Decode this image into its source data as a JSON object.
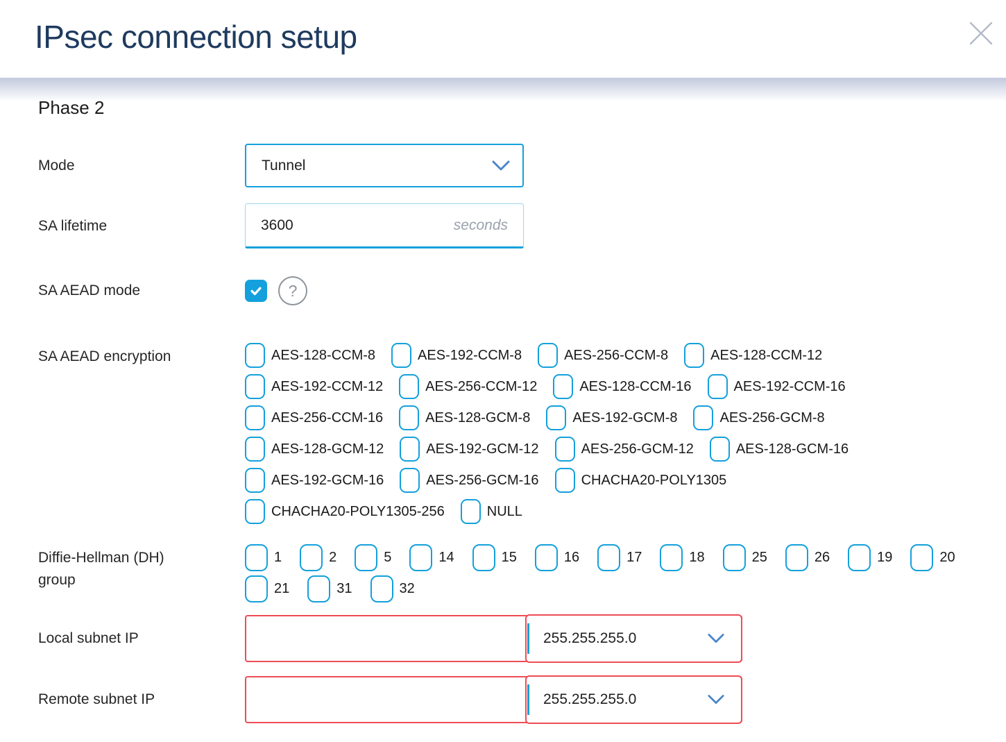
{
  "header": {
    "title": "IPsec connection setup"
  },
  "section": {
    "title": "Phase 2"
  },
  "fields": {
    "mode": {
      "label": "Mode",
      "value": "Tunnel"
    },
    "sa_lifetime": {
      "label": "SA lifetime",
      "value": "3600",
      "suffix": "seconds"
    },
    "sa_aead_mode": {
      "label": "SA AEAD mode",
      "checked": true,
      "help_glyph": "?"
    },
    "sa_aead_encryption": {
      "label": "SA AEAD encryption",
      "rows": [
        [
          "AES-128-CCM-8",
          "AES-192-CCM-8",
          "AES-256-CCM-8",
          "AES-128-CCM-12"
        ],
        [
          "AES-192-CCM-12",
          "AES-256-CCM-12",
          "AES-128-CCM-16",
          "AES-192-CCM-16"
        ],
        [
          "AES-256-CCM-16",
          "AES-128-GCM-8",
          "AES-192-GCM-8",
          "AES-256-GCM-8"
        ],
        [
          "AES-128-GCM-12",
          "AES-192-GCM-12",
          "AES-256-GCM-12",
          "AES-128-GCM-16"
        ],
        [
          "AES-192-GCM-16",
          "AES-256-GCM-16",
          "CHACHA20-POLY1305"
        ],
        [
          "CHACHA20-POLY1305-256",
          "NULL"
        ]
      ]
    },
    "dh_group": {
      "label_line1": "Diffie-Hellman (DH)",
      "label_line2": "group",
      "rows": [
        [
          "1",
          "2",
          "5",
          "14",
          "15",
          "16",
          "17",
          "18",
          "25",
          "26",
          "19",
          "20"
        ],
        [
          "21",
          "31",
          "32"
        ]
      ]
    },
    "local_subnet": {
      "label": "Local subnet IP",
      "ip_value": "",
      "mask_value": "255.255.255.0"
    },
    "remote_subnet": {
      "label": "Remote subnet IP",
      "ip_value": "",
      "mask_value": "255.255.255.0"
    }
  },
  "colors": {
    "accent_blue": "#14a0dc",
    "chevron_blue": "#4a86c8",
    "error_red": "#ee4c55",
    "title_navy": "#1e3a5e"
  }
}
